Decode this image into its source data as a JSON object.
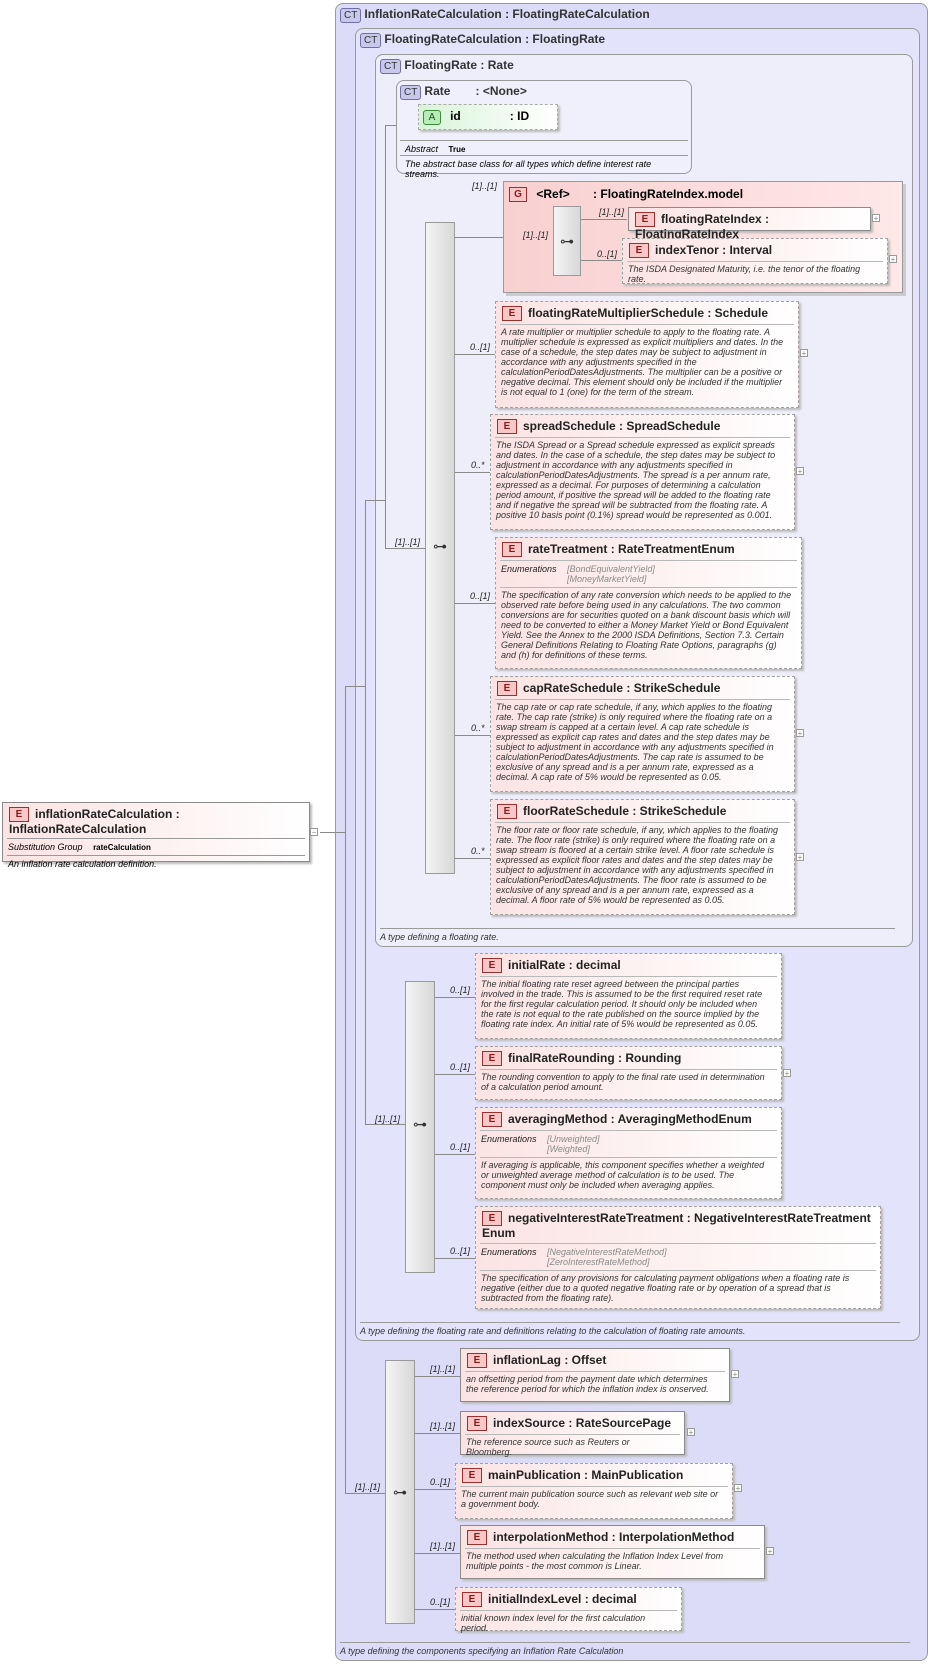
{
  "outer": {
    "badge": "CT",
    "title": "InflationRateCalculation : FloatingRateCalculation",
    "doc": "A type defining the components specifying an Inflation Rate Calculation"
  },
  "frc": {
    "badge": "CT",
    "title": "FloatingRateCalculation : FloatingRate",
    "doc": "A type defining the floating rate and definitions relating to the calculation of floating rate amounts."
  },
  "fr": {
    "badge": "CT",
    "title": "FloatingRate : Rate",
    "doc": "A type defining a floating rate."
  },
  "rate": {
    "badge": "CT",
    "name": "Rate",
    "type": ": <None>",
    "attr_badge": "A",
    "attr_name": "id",
    "attr_type": ": ID",
    "abstract_label": "Abstract",
    "abstract_value": "True",
    "doc": "The abstract base class for all types which define interest rate streams."
  },
  "root": {
    "badge": "E",
    "title": "inflationRateCalculation : InflationRateCalculation",
    "subst_label": "Substitution Group",
    "subst_value": "rateCalculation",
    "doc": "An inflation rate calculation definition."
  },
  "group": {
    "badge": "G",
    "ref": "<Ref>",
    "type": ": FloatingRateIndex.model",
    "card": "[1]..[1]",
    "seq_card": "[1]..[1]",
    "fri": {
      "card": "[1]..[1]",
      "title": "floatingRateIndex : FloatingRateIndex"
    },
    "tenor": {
      "card": "0..[1]",
      "title": "indexTenor : Interval",
      "doc": "The ISDA Designated Maturity, i.e. the tenor of the floating rate."
    }
  },
  "seq1_card": "[1]..[1]",
  "elements1": [
    {
      "card": "0..[1]",
      "title": "floatingRateMultiplierSchedule : Schedule",
      "doc": "A rate multiplier or multiplier schedule to apply to the floating rate. A multiplier schedule is expressed as explicit multipliers and dates. In the case of a schedule, the step dates may be subject to adjustment in accordance with any adjustments specified in the calculationPeriodDatesAdjustments. The multiplier can be a positive or negative decimal. This element should only be included if the multiplier is not equal to 1 (one) for the term of the stream."
    },
    {
      "card": "0..*",
      "title": "spreadSchedule : SpreadSchedule",
      "doc": "The ISDA Spread or a Spread schedule expressed as explicit spreads and dates. In the case of a schedule, the step dates may be subject to adjustment in accordance with any adjustments specified in calculationPeriodDatesAdjustments. The spread is a per annum rate, expressed as a decimal. For purposes of determining a calculation period amount, if positive the spread will be added to the floating rate and if negative the spread will be subtracted from the floating rate. A positive 10 basis point (0.1%) spread would be represented as 0.001."
    },
    {
      "card": "0..[1]",
      "title": "rateTreatment : RateTreatmentEnum",
      "enum_label": "Enumerations",
      "enums": [
        "[BondEquivalentYield]",
        "[MoneyMarketYield]"
      ],
      "doc": "The specification of any rate conversion which needs to be applied to the observed rate before being used in any calculations. The two common conversions are for securities quoted on a bank discount basis which will need to be converted to either a Money Market Yield or Bond Equivalent Yield. See the Annex to the 2000 ISDA Definitions, Section 7.3. Certain General Definitions Relating to Floating Rate Options, paragraphs (g) and (h) for definitions of these terms."
    },
    {
      "card": "0..*",
      "title": "capRateSchedule : StrikeSchedule",
      "doc": "The cap rate or cap rate schedule, if any, which applies to the floating rate. The cap rate (strike) is only required where the floating rate on a swap stream is capped at a certain level. A cap rate schedule is expressed as explicit cap rates and dates and the step dates may be subject to adjustment in accordance with any adjustments specified in calculationPeriodDatesAdjustments. The cap rate is assumed to be exclusive of any spread and is a per annum rate, expressed as a decimal. A cap rate of 5% would be represented as 0.05."
    },
    {
      "card": "0..*",
      "title": "floorRateSchedule : StrikeSchedule",
      "doc": "The floor rate or floor rate schedule, if any, which applies to the floating rate. The floor rate (strike) is only required where the floating rate on a swap stream is floored at a certain strike level. A floor rate schedule is expressed as explicit floor rates and dates and the step dates may be subject to adjustment in accordance with any adjustments specified in calculationPeriodDatesAdjustments. The floor rate is assumed to be exclusive of any spread and is a per annum rate, expressed as a decimal. A floor rate of 5% would be represented as 0.05."
    }
  ],
  "seq2_card": "[1]..[1]",
  "elements2": [
    {
      "card": "0..[1]",
      "title": "initialRate : decimal",
      "doc": "The initial floating rate reset agreed between the principal parties involved in the trade. This is assumed to be the first required reset rate for the first regular calculation period. It should only be included when the rate is not equal to the rate published on the source implied by the floating rate index. An initial rate of 5% would be represented as 0.05."
    },
    {
      "card": "0..[1]",
      "title": "finalRateRounding : Rounding",
      "doc": "The rounding convention to apply to the final rate used in determination of a calculation period amount."
    },
    {
      "card": "0..[1]",
      "title": "averagingMethod : AveragingMethodEnum",
      "enum_label": "Enumerations",
      "enums": [
        "[Unweighted]",
        "[Weighted]"
      ],
      "doc": "If averaging is applicable, this component specifies whether a weighted or unweighted average method of calculation is to be used. The component must only be included when averaging applies."
    },
    {
      "card": "0..[1]",
      "title": "negativeInterestRateTreatment : NegativeInterestRateTreatmentEnum",
      "enum_label": "Enumerations",
      "enums": [
        "[NegativeInterestRateMethod]",
        "[ZeroInterestRateMethod]"
      ],
      "doc": "The specification of any provisions for calculating payment obligations when a floating rate is negative (either due to a quoted negative floating rate or by operation of a spread that is subtracted from the floating rate)."
    }
  ],
  "seq3_card": "[1]..[1]",
  "elements3": [
    {
      "card": "[1]..[1]",
      "title": "inflationLag : Offset",
      "doc": "an offsetting period from the payment date which determines the reference period for which the inflation index is onserved."
    },
    {
      "card": "[1]..[1]",
      "title": "indexSource : RateSourcePage",
      "doc": "The reference source such as Reuters or Bloomberg."
    },
    {
      "card": "0..[1]",
      "title": "mainPublication : MainPublication",
      "doc": "The current main publication source such as relevant web site or a government body."
    },
    {
      "card": "[1]..[1]",
      "title": "interpolationMethod : InterpolationMethod",
      "doc": "The method used when calculating the Inflation Index Level from multiple points - the most common is Linear."
    },
    {
      "card": "0..[1]",
      "title": "initialIndexLevel : decimal",
      "doc": "initial known index level for the first calculation period."
    }
  ],
  "icons": {
    "ct": "complex-type-icon",
    "seq": "sequence-compositor-icon",
    "expand": "expand-plus-icon"
  }
}
